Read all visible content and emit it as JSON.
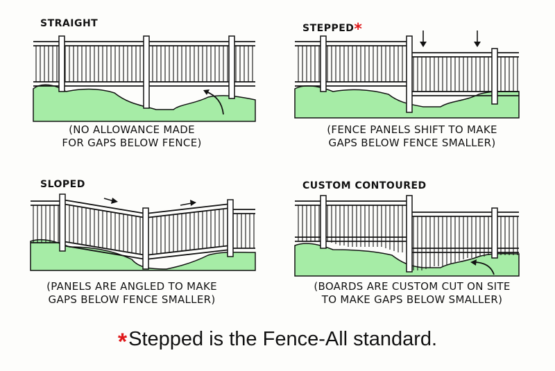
{
  "panels": [
    {
      "title": "STRAIGHT",
      "caption": [
        "(NO ALLOWANCE MADE",
        "FOR GAPS BELOW FENCE)"
      ]
    },
    {
      "title": "STEPPED",
      "title_marker": "*",
      "caption": [
        "(FENCE PANELS SHIFT TO MAKE",
        "GAPS BELOW FENCE SMALLER)"
      ]
    },
    {
      "title": "SLOPED",
      "caption": [
        "(PANELS ARE ANGLED TO MAKE",
        "GAPS BELOW FENCE SMALLER)"
      ]
    },
    {
      "title": "CUSTOM CONTOURED",
      "caption": [
        "(BOARDS ARE CUSTOM CUT ON SITE",
        "TO MAKE GAPS BELOW SMALLER)"
      ]
    }
  ],
  "footer": {
    "marker": "*",
    "text": "Stepped is the Fence-All standard."
  },
  "colors": {
    "ground": "#a6eca6",
    "ink": "#111111",
    "marker": "#e0191b"
  }
}
